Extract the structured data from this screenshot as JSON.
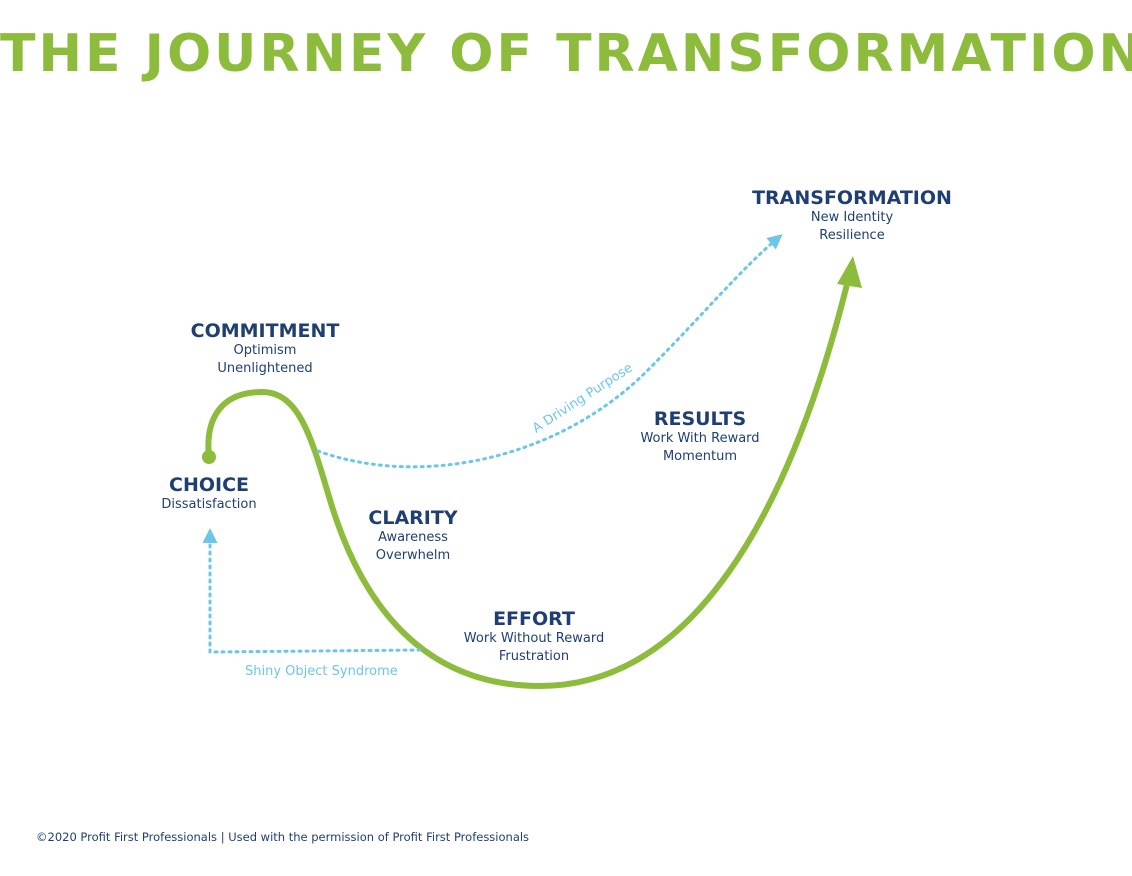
{
  "title": "THE JOURNEY OF TRANSFORMATION",
  "colors": {
    "title": "#8dbb3c",
    "curve": "#8dbb3c",
    "stage_heading": "#1f3f73",
    "stage_text": "#1f3f73",
    "dotted_path": "#6cc6e9",
    "footer": "#1f3f73"
  },
  "stages": {
    "transformation": {
      "title": "TRANSFORMATION",
      "lines": [
        "New Identity",
        "Resilience"
      ]
    },
    "commitment": {
      "title": "COMMITMENT",
      "lines": [
        "Optimism",
        "Unenlightened"
      ]
    },
    "results": {
      "title": "RESULTS",
      "lines": [
        "Work With Reward",
        "Momentum"
      ]
    },
    "choice": {
      "title": "CHOICE",
      "lines": [
        "Dissatisfaction"
      ]
    },
    "clarity": {
      "title": "CLARITY",
      "lines": [
        "Awareness",
        "Overwhelm"
      ]
    },
    "effort": {
      "title": "EFFORT",
      "lines": [
        "Work Without Reward",
        "Frustration"
      ]
    }
  },
  "paths": {
    "driving_purpose": "A Driving Purpose",
    "shiny_object": "Shiny Object Syndrome"
  },
  "footer": "©2020 Profit First Professionals  |  Used with the permission of Profit First Professionals"
}
